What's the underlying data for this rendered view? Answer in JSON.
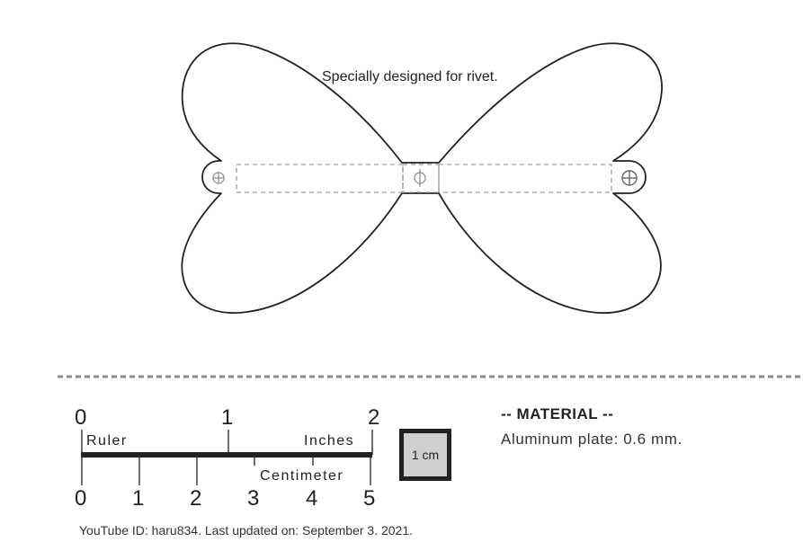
{
  "pattern": {
    "note": "Specially designed for rivet."
  },
  "ruler": {
    "label": "Ruler",
    "inches_label": "Inches",
    "centimeter_label": "Centimeter",
    "inch_ticks": [
      "0",
      "1",
      "2"
    ],
    "cm_ticks": [
      "0",
      "1",
      "2",
      "3",
      "4",
      "5"
    ]
  },
  "scale_square": {
    "label": "1 cm"
  },
  "material": {
    "title": "-- MATERIAL --",
    "description": "Aluminum plate: 0.6 mm."
  },
  "footer": {
    "text": "YouTube ID: haru834.  Last updated on: September 3. 2021."
  },
  "colors": {
    "outline": "#222222",
    "dashed": "#9a9a9a",
    "square_fill": "#cfcfcf"
  }
}
